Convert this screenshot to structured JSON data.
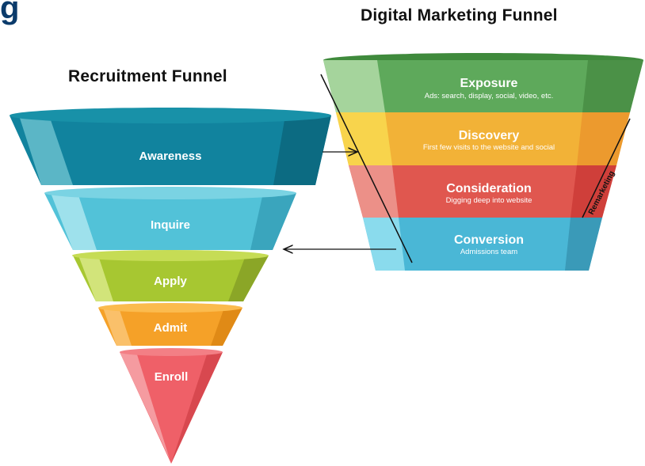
{
  "corner_text": "g",
  "digital_funnel": {
    "title": "Digital Marketing Funnel",
    "side_label": "Remarketing",
    "stages": [
      {
        "label": "Exposure",
        "sub": "Ads: search, display, social, video, etc.",
        "color": "#5ea95b",
        "light": "#a5d49c",
        "dark": "#4b9147"
      },
      {
        "label": "Discovery",
        "sub": "First few visits to the website and social",
        "color": "#f2b237",
        "light": "#f8d44c",
        "dark": "#ec9a2e"
      },
      {
        "label": "Consideration",
        "sub": "Digging deep into website",
        "color": "#e0574f",
        "light": "#ec9088",
        "dark": "#cf3f3a"
      },
      {
        "label": "Conversion",
        "sub": "Admissions team",
        "color": "#4ab7d6",
        "light": "#8adbed",
        "dark": "#3a9ab8"
      }
    ]
  },
  "recruitment_funnel": {
    "title": "Recruitment Funnel",
    "stages": [
      {
        "label": "Awareness",
        "color": "#11839e",
        "light": "#5bb6c6",
        "dark": "#0c6b82",
        "top": "#1891a8"
      },
      {
        "label": "Inquire",
        "color": "#52c2d8",
        "light": "#9ee1ec",
        "dark": "#3aa5bd",
        "top": "#7ad3e3"
      },
      {
        "label": "Apply",
        "color": "#a7c731",
        "light": "#d2e47a",
        "dark": "#8ba627",
        "top": "#c6dc55"
      },
      {
        "label": "Admit",
        "color": "#f5a128",
        "light": "#fac06a",
        "dark": "#e08a16",
        "top": "#fbbb4e"
      },
      {
        "label": "Enroll",
        "color": "#ef6068",
        "light": "#f59ba0",
        "dark": "#d8484f",
        "top": "#f37f85"
      }
    ]
  }
}
